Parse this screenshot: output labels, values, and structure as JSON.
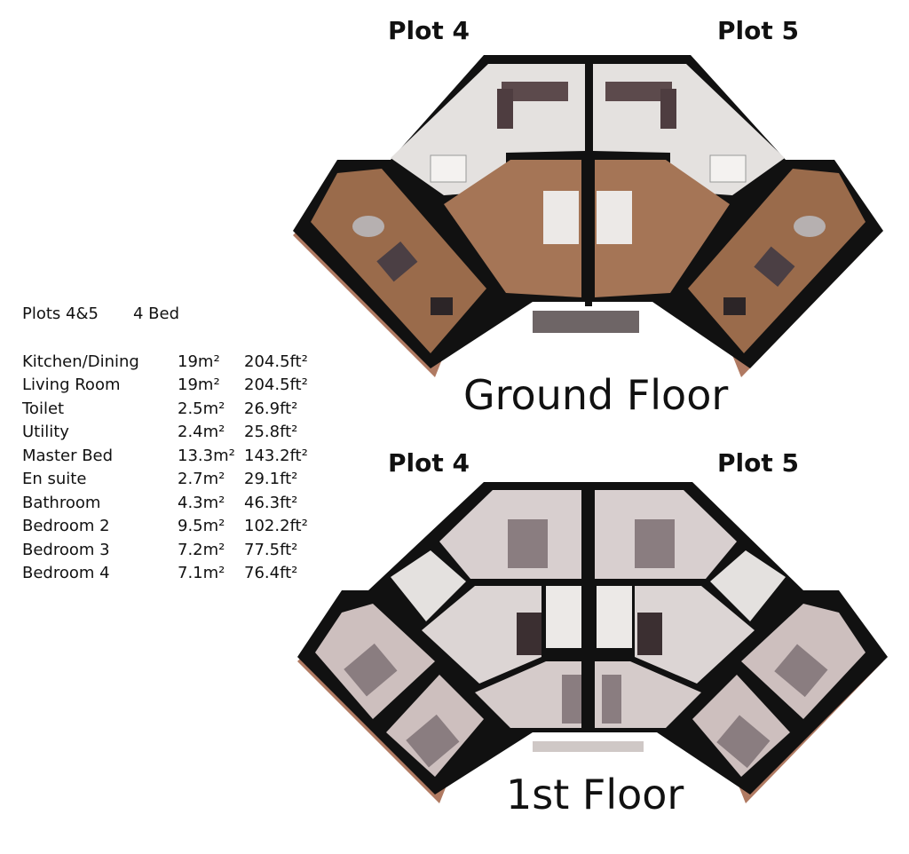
{
  "ground_floor": {
    "title": "Ground Floor",
    "plot_a": "Plot 4",
    "plot_b": "Plot 5"
  },
  "first_floor": {
    "title": "1st Floor",
    "plot_a": "Plot 4",
    "plot_b": "Plot 5"
  },
  "legend": {
    "plots": "Plots 4&5",
    "beds": "4 Bed",
    "rooms": [
      {
        "name": "Kitchen/Dining",
        "m2": "19m²",
        "ft2": "204.5ft²"
      },
      {
        "name": "Living Room",
        "m2": "19m²",
        "ft2": "204.5ft²"
      },
      {
        "name": "Toilet",
        "m2": "2.5m²",
        "ft2": "26.9ft²"
      },
      {
        "name": "Utility",
        "m2": "2.4m²",
        "ft2": "25.8ft²"
      },
      {
        "name": "Master Bed",
        "m2": "13.3m²",
        "ft2": "143.2ft²"
      },
      {
        "name": "En suite",
        "m2": "2.7m²",
        "ft2": "29.1ft²"
      },
      {
        "name": "Bathroom",
        "m2": "4.3m²",
        "ft2": "46.3ft²"
      },
      {
        "name": "Bedroom 2",
        "m2": "9.5m²",
        "ft2": "102.2ft²"
      },
      {
        "name": "Bedroom 3",
        "m2": "7.2m²",
        "ft2": "77.5ft²"
      },
      {
        "name": "Bedroom 4",
        "m2": "7.1m²",
        "ft2": "76.4ft²"
      }
    ]
  },
  "colors": {
    "wall": "#111111",
    "wood_floor": "#9a6b4b",
    "tile_floor": "#e4e1df",
    "carpet": "#b9a9a7",
    "exterior_wall": "#b07a62"
  }
}
